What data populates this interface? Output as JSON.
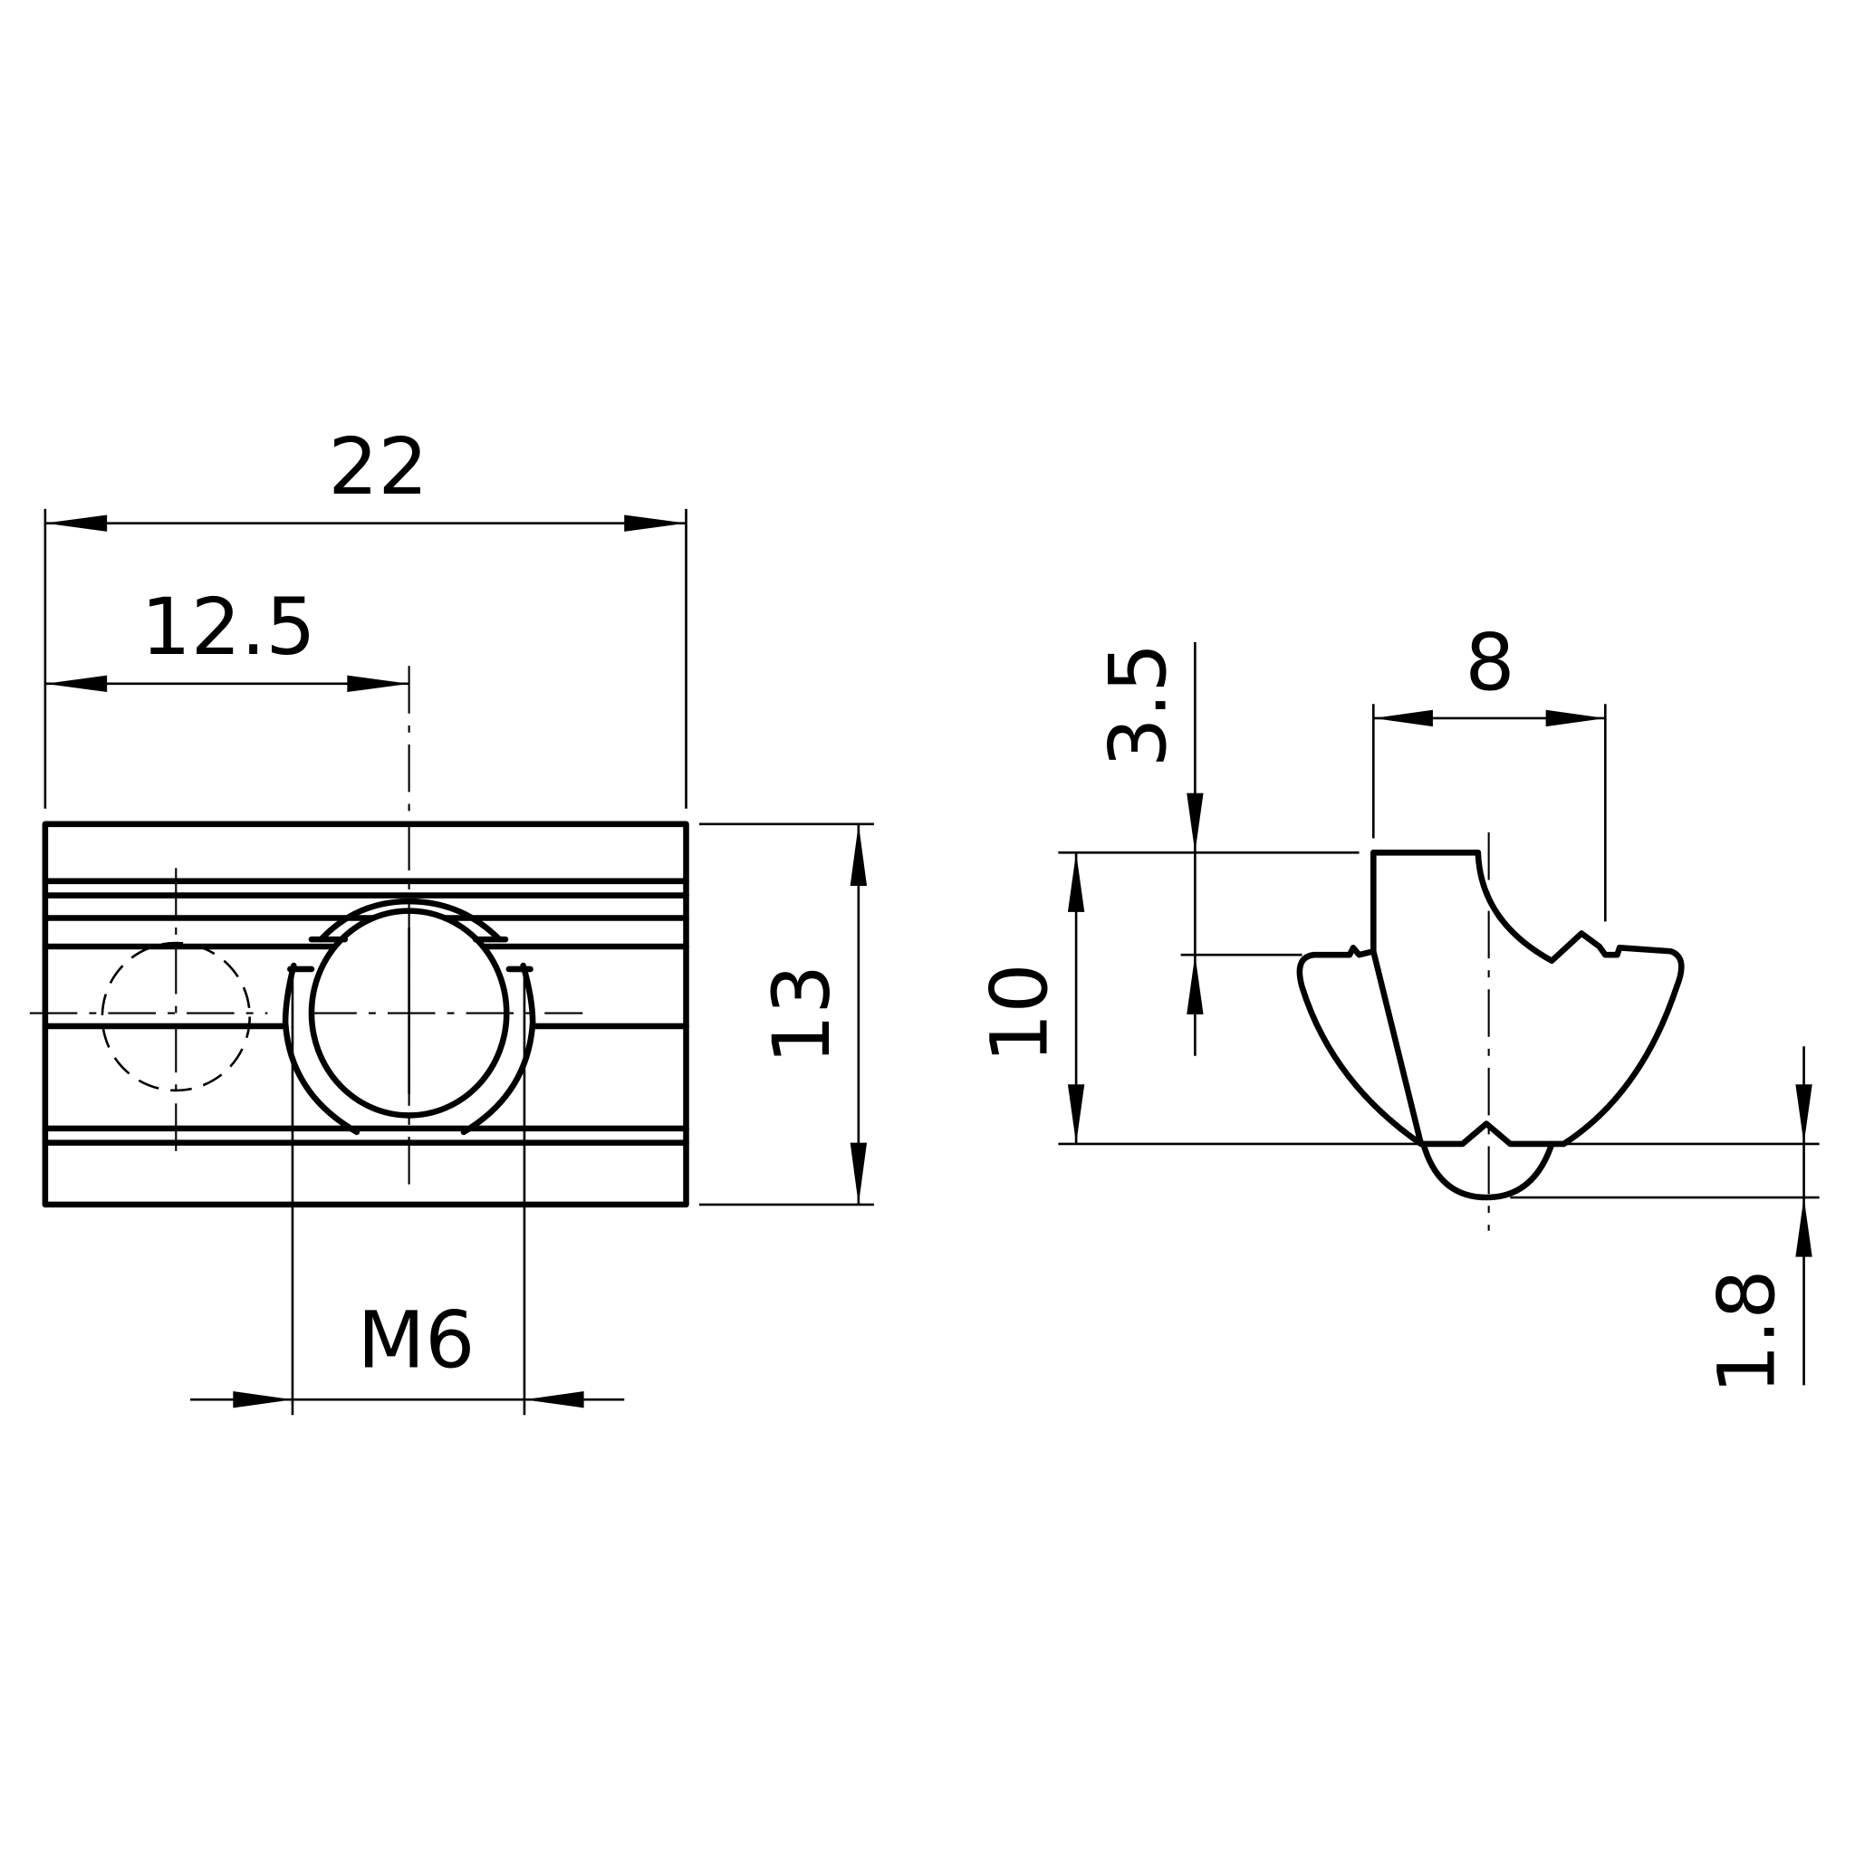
{
  "drawing": {
    "front_view": {
      "overall_length": "22",
      "hole_offset": "12.5",
      "height": "13",
      "thread": "M6"
    },
    "side_view": {
      "head_width": "8",
      "head_height": "3.5",
      "total_height": "10",
      "bump_height": "1.8"
    }
  }
}
